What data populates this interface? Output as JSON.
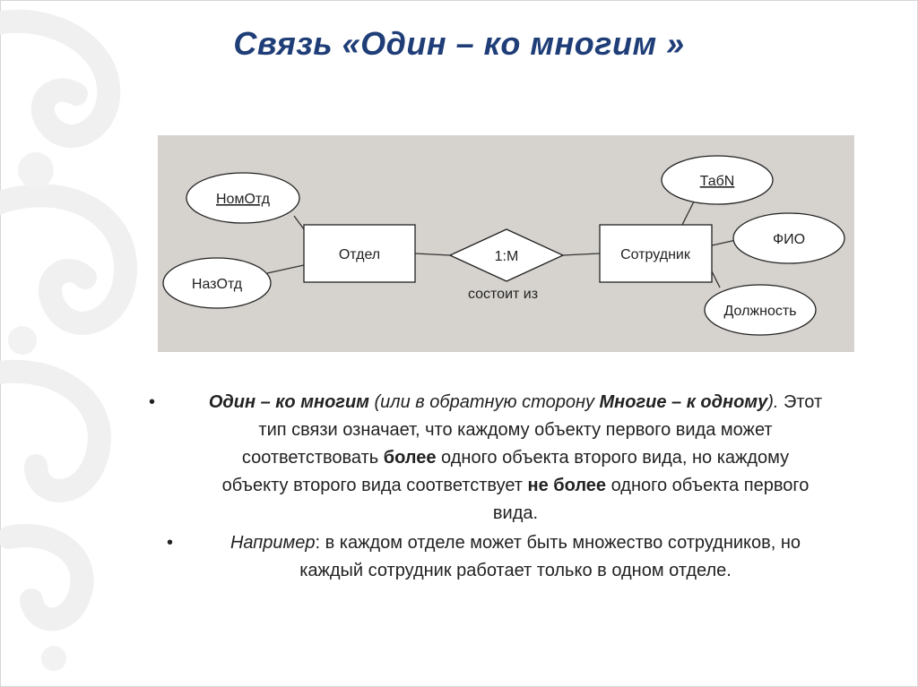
{
  "slide": {
    "title": "Связь «Один – ко многим »"
  },
  "diagram": {
    "entities": {
      "left": "Отдел",
      "right": "Сотрудник"
    },
    "relationship": {
      "cardinality": "1:M",
      "caption": "состоит из"
    },
    "attributes": {
      "nom_otd": "НомОтд",
      "naz_otd": "НазОтд",
      "tab_n": "ТабN",
      "fio": "ФИО",
      "dolzhnost": "Должность"
    }
  },
  "bullets": {
    "b1": {
      "t1": "Один – ко многим",
      "t2": " (или в обратную сторону ",
      "t3": "Многие – к одному",
      "t4": ").",
      "l1_rest": " Этот",
      "l2": "тип связи означает, что каждому объекту первого вида может",
      "l3a": "соответствовать ",
      "l3b": "более",
      "l3c": " одного объекта второго вида, но каждому",
      "l4a": "объекту второго вида соответствует ",
      "l4b": "не более",
      "l4c": " одного объекта первого",
      "l5": "вида."
    },
    "b2": {
      "t1": "Например",
      "t2": ": в каждом отделе может быть множество сотрудников, но",
      "l2": "каждый сотрудник работает только в одном отделе."
    },
    "marker": "•"
  }
}
